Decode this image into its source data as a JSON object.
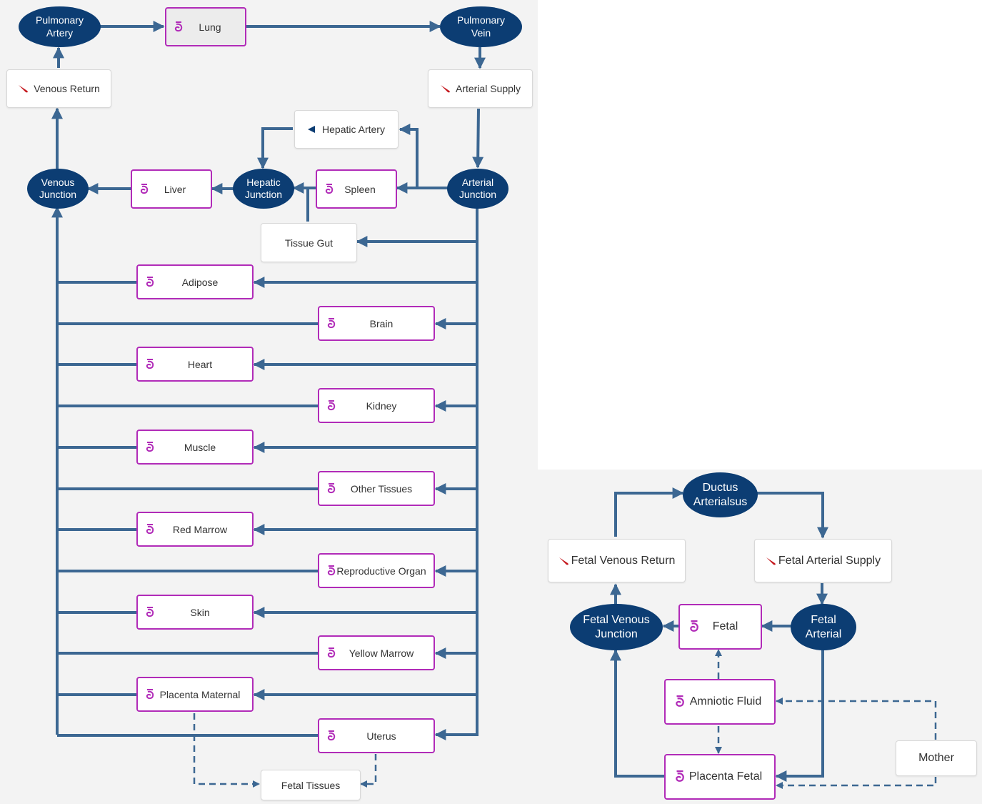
{
  "main": {
    "pulmonary_artery": "Pulmonary Artery",
    "lung": "Lung",
    "pulmonary_vein": "Pulmonary Vein",
    "venous_return": "Venous Return",
    "arterial_supply": "Arterial Supply",
    "hepatic_artery": "Hepatic Artery",
    "venous_junction": "Venous Junction",
    "liver": "Liver",
    "hepatic_junction": "Hepatic Junction",
    "spleen": "Spleen",
    "arterial_junction": "Arterial Junction",
    "tissue_gut": "Tissue Gut",
    "organs": [
      "Adipose",
      "Brain",
      "Heart",
      "Kidney",
      "Muscle",
      "Other Tissues",
      "Red Marrow",
      "Reproductive Organ",
      "Skin",
      "Yellow Marrow",
      "Placenta Maternal",
      "Uterus"
    ],
    "fetal_tissues": "Fetal Tissues"
  },
  "fetal": {
    "ductus_arterialsus": "Ductus Arterialsus",
    "fetal_venous_return": "Fetal Venous Return",
    "fetal_arterial_supply": "Fetal Arterial Supply",
    "fetal_venous_junction": "Fetal Venous Junction",
    "fetal": "Fetal",
    "fetal_arterial": "Fetal Arterial",
    "amniotic_fluid": "Amniotic Fluid",
    "placenta_fetal": "Placenta Fetal",
    "mother": "Mother"
  },
  "colors": {
    "junction": "#0c3d73",
    "organ_border": "#b12bb8",
    "flow_line": "#3c6792",
    "blood_drop": "#c4161c"
  },
  "icons": {
    "organ": "organ-icon",
    "blood": "blood-drop-icon",
    "artery": "arrow-left-icon"
  }
}
